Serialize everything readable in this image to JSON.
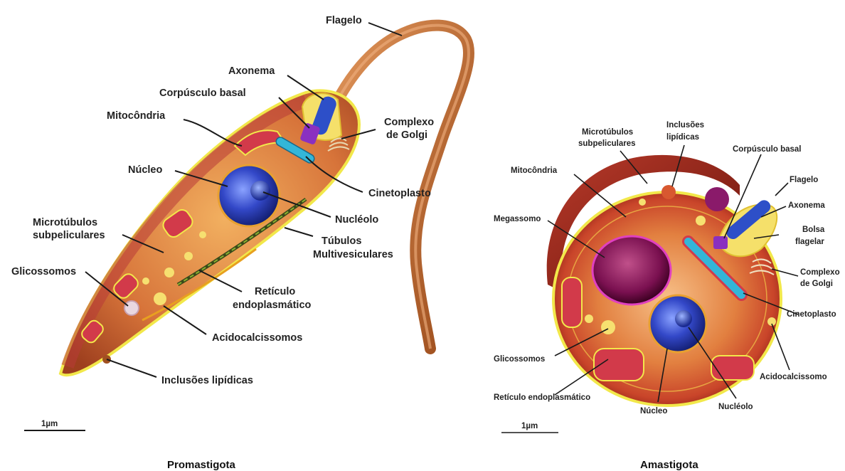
{
  "promastigota": {
    "caption": "Promastigota",
    "scale": "1µm",
    "labels": {
      "flagelo": "Flagelo",
      "axonema": "Axonema",
      "corpusculo_basal": "Corpúsculo basal",
      "mitocondria": "Mitocôndria",
      "complexo_golgi_1": "Complexo",
      "complexo_golgi_2": "de Golgi",
      "nucleo": "Núcleo",
      "cinetoplasto": "Cinetoplasto",
      "nucleolo": "Nucléolo",
      "microtubulos_1": "Microtúbulos",
      "microtubulos_2": "subpeliculares",
      "tubulos_1": "Túbulos",
      "tubulos_2": "Multivesiculares",
      "glicossomos": "Glicossomos",
      "reticulo_1": "Retículo",
      "reticulo_2": "endoplasmático",
      "acidocalcissomos": "Acidocalcissomos",
      "inclusoes": "Inclusões lipídicas"
    }
  },
  "amastigota": {
    "caption": "Amastigota",
    "scale": "1µm",
    "labels": {
      "microtubulos_1": "Microtúbulos",
      "microtubulos_2": "subpeliculares",
      "inclusoes_1": "Inclusões",
      "inclusoes_2": "lipídicas",
      "corpusculo_basal": "Corpúsculo basal",
      "mitocondria": "Mitocôndria",
      "flagelo": "Flagelo",
      "axonema": "Axonema",
      "megassomo": "Megassomo",
      "bolsa_1": "Bolsa",
      "bolsa_2": "flagelar",
      "complexo_1": "Complexo",
      "complexo_2": "de Golgi",
      "cinetoplasto": "Cinetoplasto",
      "glicossomos": "Glicossomos",
      "acidocalcissomo": "Acidocalcissomo",
      "reticulo": "Retículo endoplasmático",
      "nucleo": "Núcleo",
      "nucleolo": "Nucléolo"
    }
  },
  "colors": {
    "membrane": "#f2e84a",
    "cytoplasm": "#c7612f",
    "mitochondria": "#d23a4a",
    "nucleus": "#2d44b8",
    "flagellum": "#c06a2a",
    "megasome": "#8a1a5a",
    "kinetoplast": "#33b6d8"
  }
}
